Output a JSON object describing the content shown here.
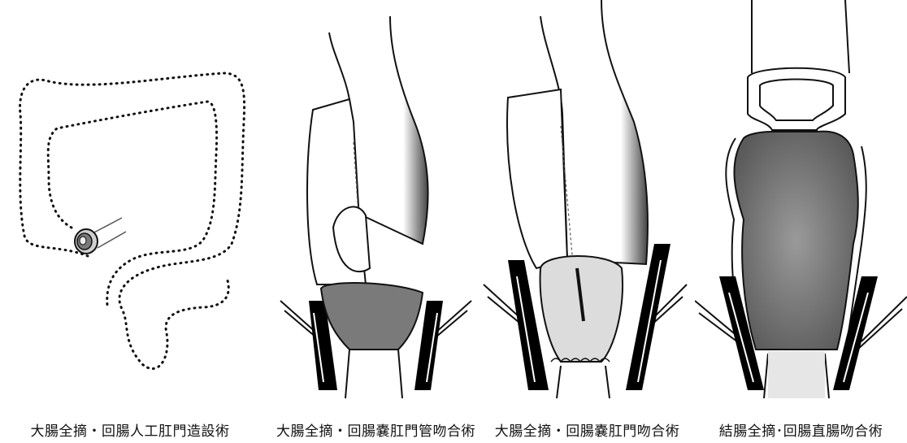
{
  "captions": {
    "panel1": "大腸全摘・回腸人工肛門造設術",
    "panel2": "大腸全摘・回腸嚢肛門管吻合術",
    "panel3": "大腸全摘・回腸嚢肛門吻合術",
    "panel4": "結腸全摘･回腸直腸吻合術"
  },
  "colors": {
    "line": "#111111",
    "tissue": "#ffffff",
    "mucosa": "#7a7a7a",
    "muscle": "#000000"
  }
}
